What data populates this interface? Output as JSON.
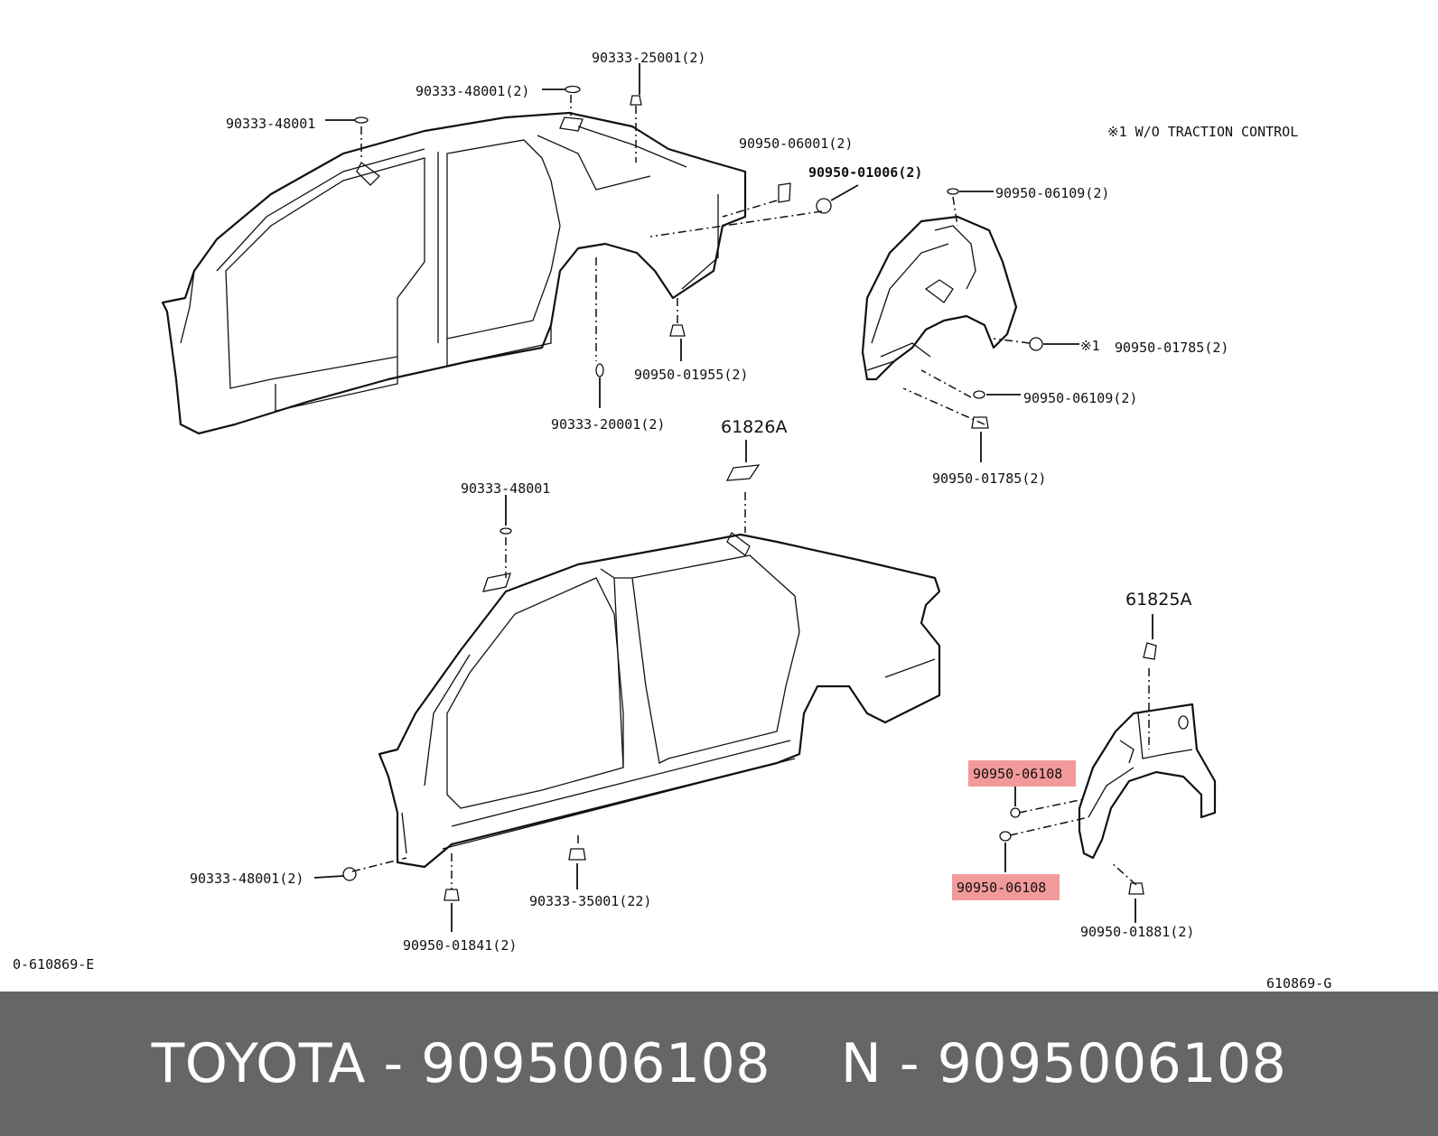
{
  "note": "※1  W/O TRACTION CONTROL",
  "labels": {
    "p_90333_25001": "90333-25001(2)",
    "p_90333_48001_2_top": "90333-48001(2)",
    "p_90333_48001_top": "90333-48001",
    "p_90950_06001": "90950-06001(2)",
    "p_90950_01006": "90950-01006(2)",
    "p_90950_06109_a": "90950-06109(2)",
    "p_90950_01785_a": "90950-01785(2)",
    "mark_1": "※1",
    "p_90950_06109_b": "90950-06109(2)",
    "p_90950_01785_b": "90950-01785(2)",
    "p_90950_01955": "90950-01955(2)",
    "p_90333_20001": "90333-20001(2)",
    "p_61826A": "61826A",
    "p_90333_48001_mid": "90333-48001",
    "p_61825A": "61825A",
    "p_90950_06108_a": "90950-06108",
    "p_90950_06108_b": "90950-06108",
    "p_90333_48001_2_bottom": "90333-48001(2)",
    "p_90333_35001": "90333-35001(22)",
    "p_90950_01841": "90950-01841(2)",
    "p_90950_01881": "90950-01881(2)",
    "ref_left": "0-610869-E",
    "ref_right": "610869-G"
  },
  "highlight_color": "#f29a9a",
  "footer": {
    "left": "TOYOTA - 9095006108",
    "right": "N - 9095006108"
  }
}
